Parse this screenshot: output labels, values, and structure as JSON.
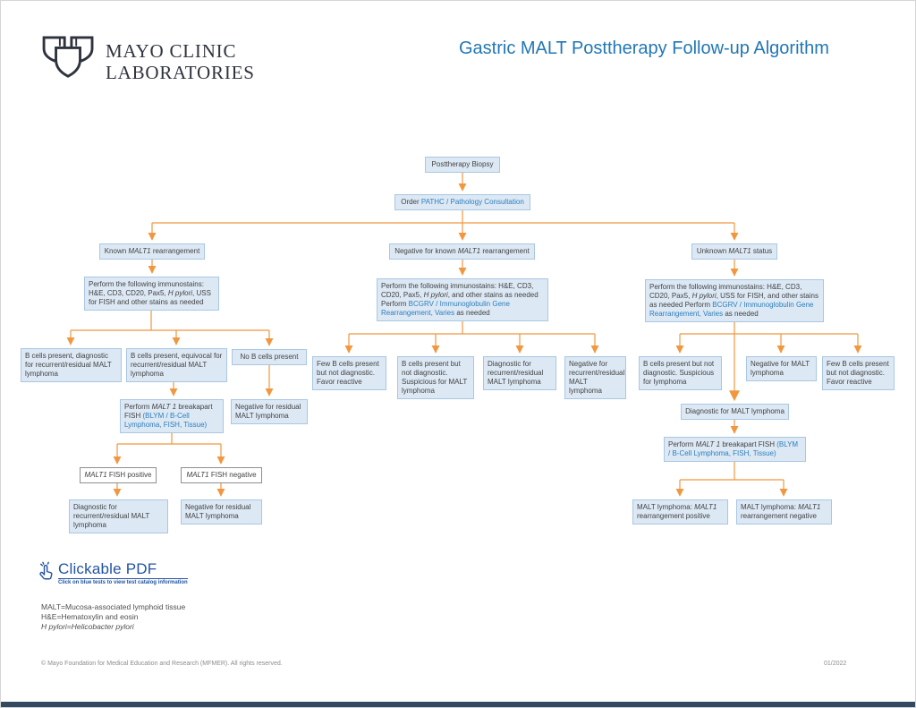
{
  "colors": {
    "title-blue": "#2277b5",
    "link-blue": "#2e7fbc",
    "node-fill": "#dce8f4",
    "node-border": "#a9c7e2",
    "white-node-border": "#8f8f8f",
    "arrow-orange": "#f0973f",
    "text-dark": "#434343",
    "logo-navy": "#2e333e",
    "pdf-blue": "#2253a3",
    "footer-gray": "#8c8c8c",
    "footer-bar": "#33495f"
  },
  "header": {
    "logo_line1": "MAYO CLINIC",
    "logo_line2": "LABORATORIES",
    "title": "Gastric MALT Posttherapy Follow-up Algorithm"
  },
  "flowchart": {
    "nodes": {
      "posttherapy_biopsy": {
        "segments": [
          {
            "text": "Posttherapy Biopsy"
          }
        ]
      },
      "order_pathc": {
        "segments": [
          {
            "text": "Order "
          },
          {
            "text": "PATHC / Pathology Consultation",
            "style": "link"
          }
        ]
      },
      "branch1_header": {
        "segments": [
          {
            "text": "Known "
          },
          {
            "text": "MALT1",
            "style": "italic"
          },
          {
            "text": " rearrangement"
          }
        ]
      },
      "branch2_header": {
        "segments": [
          {
            "text": "Negative for known "
          },
          {
            "text": "MALT1",
            "style": "italic"
          },
          {
            "text": " rearrangement"
          }
        ]
      },
      "branch3_header": {
        "segments": [
          {
            "text": "Unknown "
          },
          {
            "text": "MALT1",
            "style": "italic"
          },
          {
            "text": " status"
          }
        ]
      },
      "branch1_stains": {
        "segments": [
          {
            "text": "Perform the following immunostains: H&E, CD3, CD20, Pax5, "
          },
          {
            "text": "H pylori",
            "style": "italic"
          },
          {
            "text": ", USS for FISH and other stains as needed"
          }
        ]
      },
      "branch2_stains": {
        "segments": [
          {
            "text": "Perform the following immunostains: H&E, CD3, CD20, Pax5, "
          },
          {
            "text": "H pylori",
            "style": "italic"
          },
          {
            "text": ", and other stains as needed Perform "
          },
          {
            "text": "BCGRV / Immunoglobulin Gene Rearrangement, Varies",
            "style": "link"
          },
          {
            "text": " as needed"
          }
        ]
      },
      "branch3_stains": {
        "segments": [
          {
            "text": "Perform the following immunostains: H&E, CD3, CD20, Pax5, "
          },
          {
            "text": "H pylori",
            "style": "italic"
          },
          {
            "text": ", USS for FISH, and other stains as needed Perform "
          },
          {
            "text": "BCGRV / Immunoglobulin Gene Rearrangement, Varies",
            "style": "link"
          },
          {
            "text": " as needed"
          }
        ]
      },
      "b1_child1": {
        "segments": [
          {
            "text": "B cells present, diagnostic for recurrent/residual MALT lymphoma"
          }
        ]
      },
      "b1_child2": {
        "segments": [
          {
            "text": "B cells present, equivocal for recurrent/residual MALT lymphoma"
          }
        ]
      },
      "b1_child3": {
        "segments": [
          {
            "text": "No B cells present"
          }
        ]
      },
      "b1_fish": {
        "segments": [
          {
            "text": "Perform "
          },
          {
            "text": "MALT 1",
            "style": "italic"
          },
          {
            "text": " breakapart FISH "
          },
          {
            "text": "(BLYM / B-Cell Lymphoma, FISH, Tissue)",
            "style": "link"
          }
        ]
      },
      "b1_neg_residual": {
        "segments": [
          {
            "text": "Negative for residual MALT lymphoma"
          }
        ]
      },
      "b1_fish_pos": {
        "segments": [
          {
            "text": "MALT1",
            "style": "italic"
          },
          {
            "text": " FISH positive"
          }
        ]
      },
      "b1_fish_neg": {
        "segments": [
          {
            "text": "MALT1",
            "style": "italic"
          },
          {
            "text": " FISH negative"
          }
        ]
      },
      "b1_diag_recurrent": {
        "segments": [
          {
            "text": "Diagnostic for recurrent/residual MALT lymphoma"
          }
        ]
      },
      "b1_neg_residual2": {
        "segments": [
          {
            "text": "Negative for residual MALT lymphoma"
          }
        ]
      },
      "b2_child1": {
        "segments": [
          {
            "text": "Few B cells present but not diagnostic. Favor reactive"
          }
        ]
      },
      "b2_child2": {
        "segments": [
          {
            "text": "B cells present but not diagnostic. Suspicious for MALT lymphoma"
          }
        ]
      },
      "b2_child3": {
        "segments": [
          {
            "text": "Diagnostic for recurrent/residual MALT lymphoma"
          }
        ]
      },
      "b2_child4": {
        "segments": [
          {
            "text": "Negative for recurrent/residual MALT lymphoma"
          }
        ]
      },
      "b3_child1": {
        "segments": [
          {
            "text": "B cells present but not diagnostic. Suspicious for lymphoma"
          }
        ]
      },
      "b3_child2": {
        "segments": [
          {
            "text": "Negative for MALT lymphoma"
          }
        ]
      },
      "b3_child3": {
        "segments": [
          {
            "text": "Few B cells present but not diagnostic. Favor reactive"
          }
        ]
      },
      "b3_diag": {
        "segments": [
          {
            "text": "Diagnostic for MALT lymphoma"
          }
        ]
      },
      "b3_fish": {
        "segments": [
          {
            "text": "Perform "
          },
          {
            "text": "MALT 1",
            "style": "italic"
          },
          {
            "text": " breakapart FISH "
          },
          {
            "text": "(BLYM / B-Cell Lymphoma, FISH, Tissue)",
            "style": "link"
          }
        ]
      },
      "b3_pos": {
        "segments": [
          {
            "text": "MALT lymphoma: "
          },
          {
            "text": "MALT1",
            "style": "italic"
          },
          {
            "text": " rearrangement positive"
          }
        ]
      },
      "b3_neg": {
        "segments": [
          {
            "text": "MALT lymphoma: "
          },
          {
            "text": "MALT1",
            "style": "italic"
          },
          {
            "text": " rearrangement negative"
          }
        ]
      }
    }
  },
  "clickable_pdf": {
    "label": "Clickable PDF",
    "caption": "Click on blue tests to view test catalog information"
  },
  "legend": {
    "line1": "MALT=Mucosa-associated lymphoid tissue",
    "line2": "H&E=Hematoxylin and eosin",
    "line3": "H pylori=Helicobacter pylori"
  },
  "footer": {
    "copyright": "© Mayo Foundation for Medical Education and Research (MFMER). All rights reserved.",
    "date": "01/2022"
  }
}
